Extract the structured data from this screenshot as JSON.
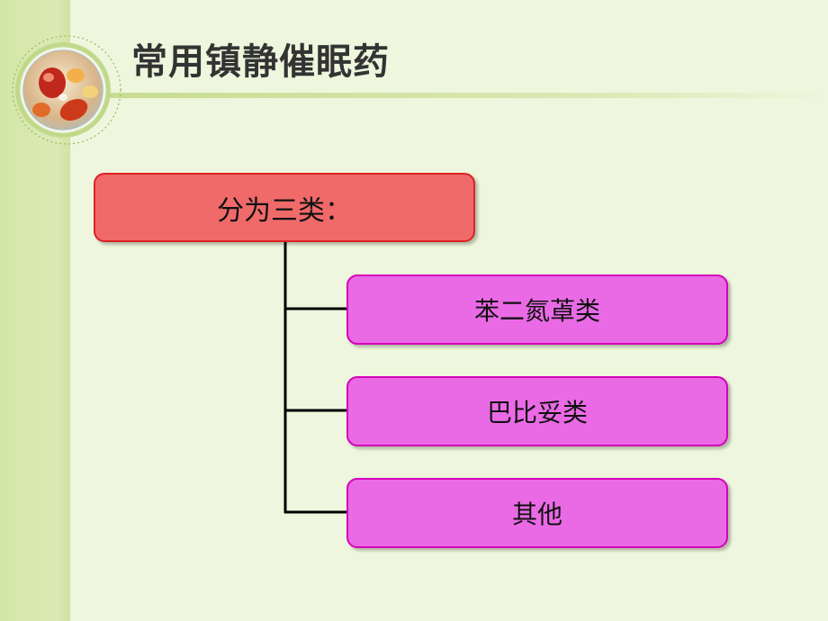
{
  "slide": {
    "title": "常用镇静催眠药"
  },
  "diagram": {
    "root_label": "分为三类：",
    "children": [
      {
        "label": "苯二氮䓬类"
      },
      {
        "label": "巴比妥类"
      },
      {
        "label": "其他"
      }
    ]
  },
  "colors": {
    "root_fill": "#f06a6a",
    "root_border": "#dd2222",
    "child_fill": "#ea6ae6",
    "child_border": "#d400b8",
    "background": "#eef6dd",
    "side_band": "#d3e7a7"
  },
  "icons": {
    "logo": "pills-photo-icon"
  }
}
